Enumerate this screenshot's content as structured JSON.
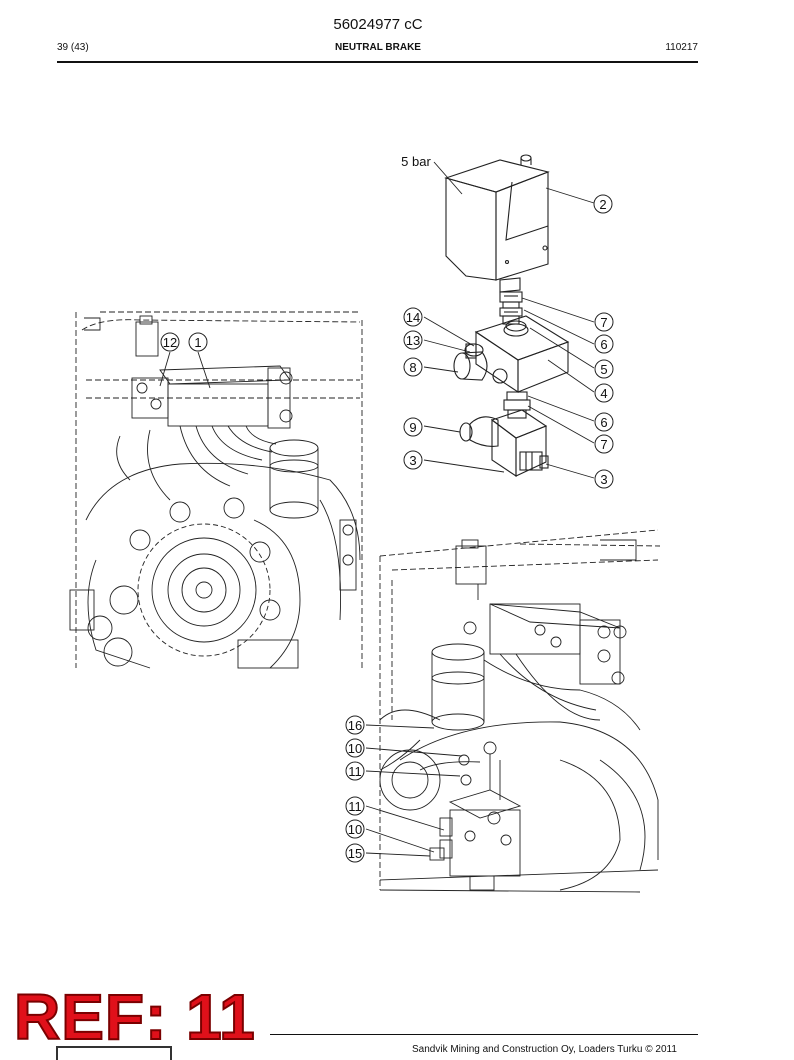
{
  "header": {
    "doc_code": "56024977 cC",
    "page": "39 (43)",
    "title": "NEUTRAL BRAKE",
    "date": "110217"
  },
  "diagram": {
    "pressure_label": "5 bar",
    "callouts_top": [
      "2",
      "14",
      "13",
      "8",
      "9",
      "3",
      "7",
      "6",
      "5",
      "4",
      "6",
      "7",
      "3"
    ],
    "callouts_left": [
      "12",
      "1"
    ],
    "callouts_bottom": [
      "16",
      "10",
      "11",
      "11",
      "10",
      "15"
    ]
  },
  "stamp": {
    "ref_text": "REF: 11"
  },
  "footer": {
    "copyright": "Sandvik Mining and Construction Oy, Loaders Turku © 2011"
  }
}
